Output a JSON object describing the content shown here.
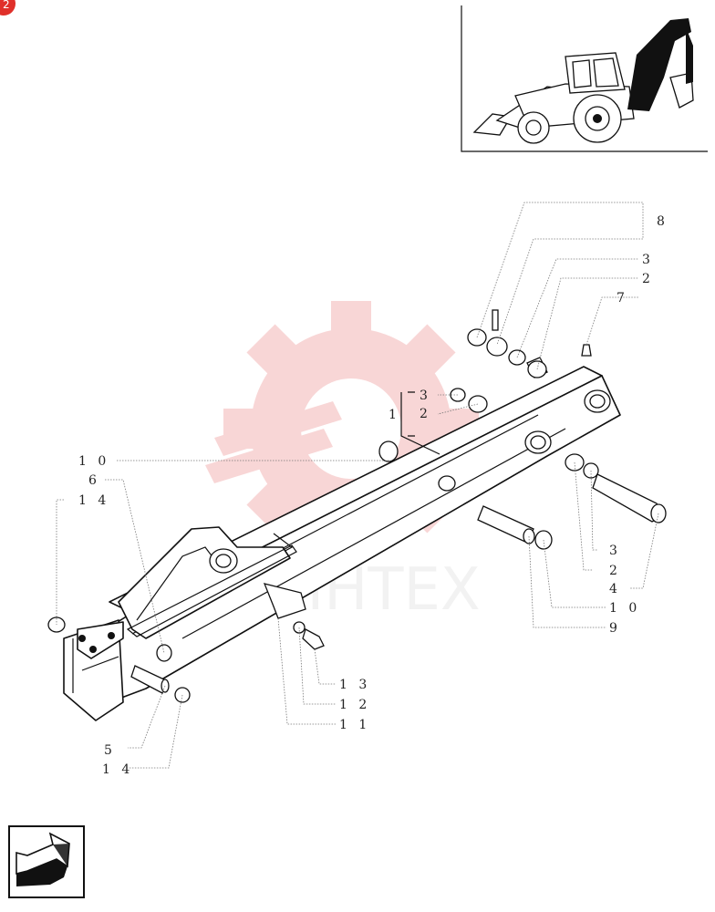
{
  "page_badge": "2",
  "watermark": "MHTEX",
  "callouts": [
    {
      "id": "c8",
      "text": "8"
    },
    {
      "id": "c3a",
      "text": "3"
    },
    {
      "id": "c2a",
      "text": "2"
    },
    {
      "id": "c7",
      "text": "7"
    },
    {
      "id": "c3b",
      "text": "3"
    },
    {
      "id": "c2b",
      "text": "2"
    },
    {
      "id": "c1",
      "text": "1"
    },
    {
      "id": "c10a",
      "text": "1 0"
    },
    {
      "id": "c6",
      "text": "6"
    },
    {
      "id": "c14a",
      "text": "1 4"
    },
    {
      "id": "c3c",
      "text": "3"
    },
    {
      "id": "c2c",
      "text": "2"
    },
    {
      "id": "c4",
      "text": "4"
    },
    {
      "id": "c10b",
      "text": "1 0"
    },
    {
      "id": "c9",
      "text": "9"
    },
    {
      "id": "c13",
      "text": "1 3"
    },
    {
      "id": "c12",
      "text": "1 2"
    },
    {
      "id": "c11",
      "text": "1 1"
    },
    {
      "id": "c5",
      "text": "5"
    },
    {
      "id": "c14b",
      "text": "1 4"
    }
  ],
  "colors": {
    "badge": "#e0302a",
    "watermark": "#f4b6b6",
    "ink": "#111111"
  },
  "icons": {
    "nav_arrow": "back-arrow-icon",
    "machine": "backhoe-loader-icon"
  }
}
